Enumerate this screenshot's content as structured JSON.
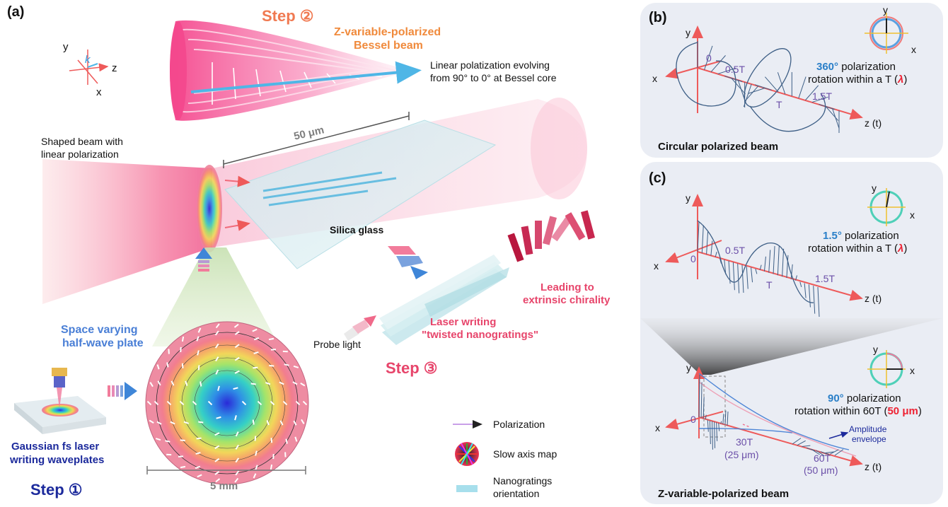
{
  "panel_a": {
    "label": "(a)",
    "step2_title": "Step ②",
    "zvar_title_1": "Z-variable-polarized",
    "zvar_title_2": "Bessel beam",
    "linear_evolving_1": "Linear polatization evolving",
    "linear_evolving_2": "from 90° to 0° at Bessel core",
    "axis_y": "y",
    "axis_k": "k",
    "axis_z": "z",
    "axis_x": "x",
    "scale_50um": "50 μm",
    "shaped_beam_1": "Shaped beam with",
    "shaped_beam_2": "linear polarization",
    "silica_glass": "Silica glass",
    "space_varying_1": "Space varying",
    "space_varying_2": "half-wave plate",
    "leading_1": "Leading to",
    "leading_2": "extrinsic chirality",
    "laser_writing_1": "Laser writing",
    "laser_writing_2": "\"twisted nanogratings\"",
    "probe_light": "Probe light",
    "step3_title": "Step ③",
    "gaussian_1": "Gaussian fs laser",
    "gaussian_2": "writing waveplates",
    "step1_title": "Step ①",
    "scale_5mm": "5 mm",
    "legend_polarization": "Polarization",
    "legend_slow_axis": "Slow axis map",
    "legend_nanogratings_1": "Nanogratings",
    "legend_nanogratings_2": "orientation"
  },
  "panel_b": {
    "label": "(b)",
    "axis_y": "y",
    "axis_x": "x",
    "axis_z": "z (t)",
    "origin": "0",
    "t_05": "0.5T",
    "t_1": "T",
    "t_15": "1.5T",
    "inset_y": "y",
    "inset_x": "x",
    "rot_value": "360°",
    "rot_text_1": " polarization",
    "rot_text_2": "rotation within a T (",
    "lambda": "λ",
    "close_paren": ")",
    "caption": "Circular polarized beam"
  },
  "panel_c": {
    "label": "(c)",
    "axis_y": "y",
    "axis_x": "x",
    "axis_z": "z (t)",
    "origin": "0",
    "t_05": "0.5T",
    "t_1": "T",
    "t_15": "1.5T",
    "inset_y": "y",
    "inset_x": "x",
    "rot_value": "1.5°",
    "rot_text_1": " polarization",
    "rot_text_2": "rotation within a T (",
    "lambda": "λ",
    "close_paren": ")",
    "lower_axis_y": "y",
    "lower_axis_x": "x",
    "lower_axis_z": "z (t)",
    "lower_origin": "0",
    "lower_inset_y": "y",
    "lower_inset_x": "x",
    "rot2_value": "90°",
    "rot2_text_1": " polarization",
    "rot2_text_2": "rotation within 60T (",
    "rot2_um": "50 μm",
    "amplitude_1": "Amplitude",
    "amplitude_2": "envelope",
    "t30": "30T",
    "t30_um": "(25 μm)",
    "t60": "60T",
    "t60_um": "(50 μm)",
    "caption": "Z-variable-polarized beam"
  },
  "colors": {
    "step_orange": "#f07a52",
    "navy": "#1c2a9c",
    "pink": "#e7456b",
    "blue_label": "#4a7fd6",
    "axis_red": "#ee5a5a",
    "wave_blue": "#3e5f86",
    "purple": "#6b4fa8",
    "panel_bg": "#eaedf4"
  }
}
